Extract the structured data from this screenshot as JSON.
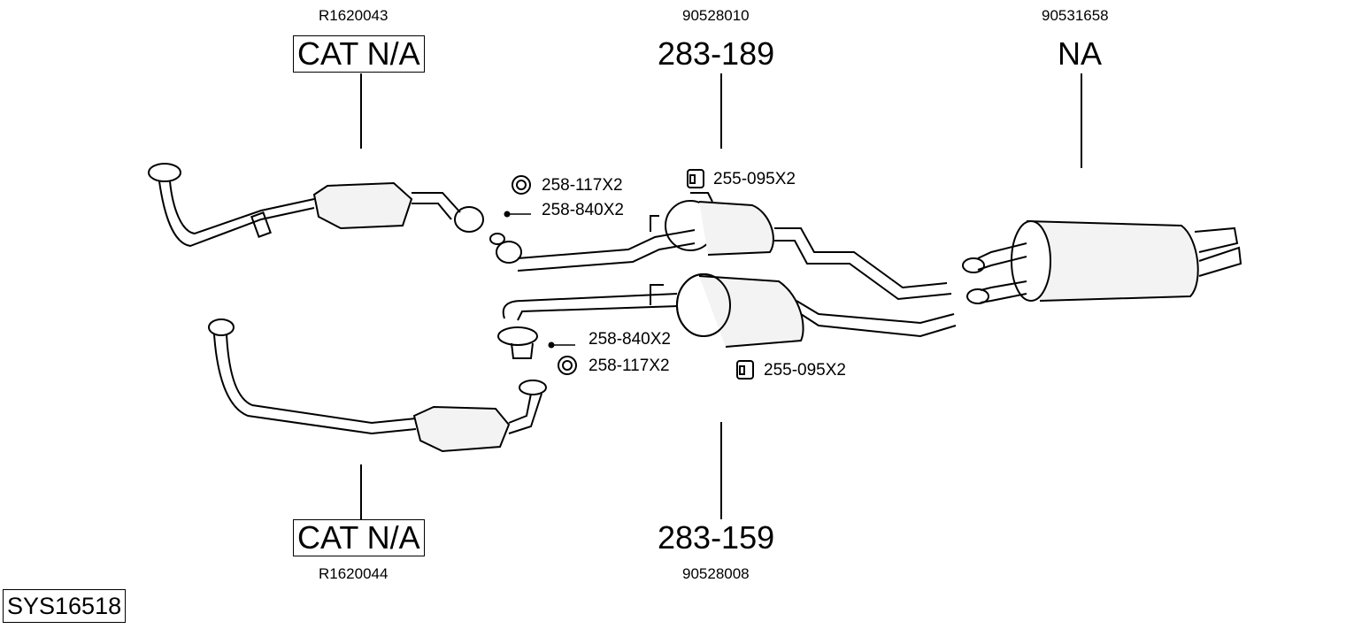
{
  "system_id": "SYS16518",
  "components": {
    "front_cat_top": {
      "oe_number": "R1620043",
      "part_number": "CAT N/A"
    },
    "front_cat_bottom": {
      "oe_number": "R1620044",
      "part_number": "CAT N/A"
    },
    "middle_top": {
      "oe_number": "90528010",
      "part_number": "283-189"
    },
    "middle_bottom": {
      "oe_number": "90528008",
      "part_number": "283-159"
    },
    "rear": {
      "oe_number": "90531658",
      "part_number": "NA"
    }
  },
  "fittings": {
    "top_ring": "258-117X2",
    "top_bolt": "258-840X2",
    "top_mount": "255-095X2",
    "bottom_bolt": "258-840X2",
    "bottom_ring": "258-117X2",
    "bottom_mount": "255-095X2"
  }
}
